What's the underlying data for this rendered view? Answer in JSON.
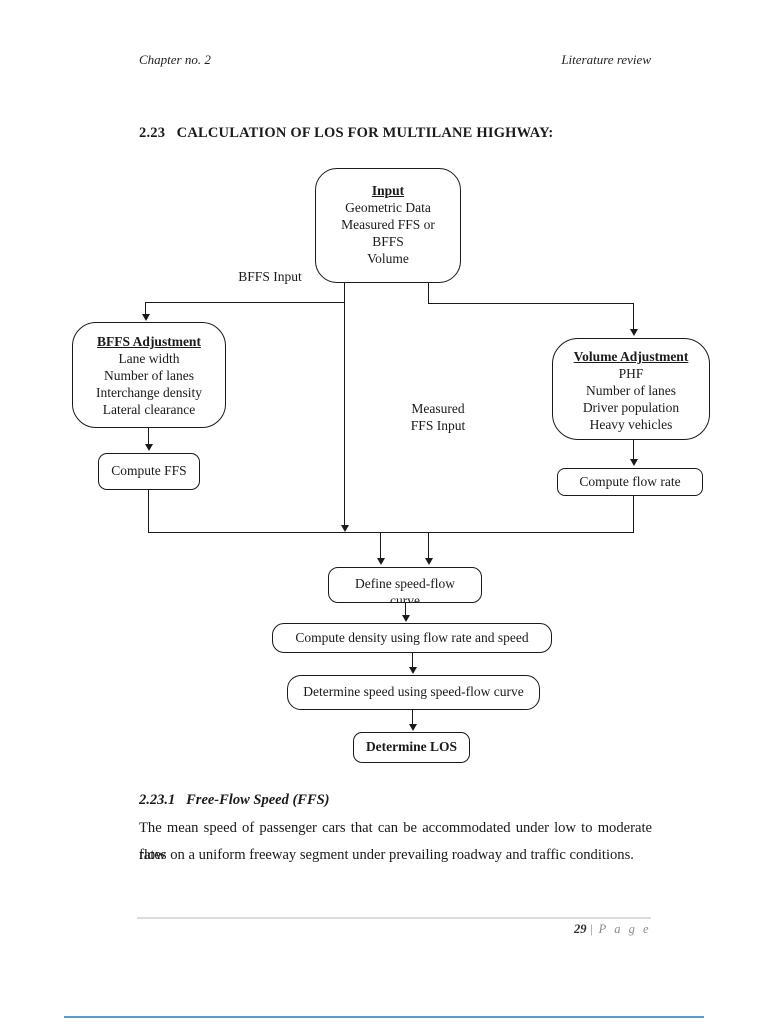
{
  "header": {
    "left": "Chapter no. 2",
    "right": "Literature review"
  },
  "title": "2.23   CALCULATION OF LOS FOR MULTILANE HIGHWAY:",
  "flowchart": {
    "input": {
      "title": "Input",
      "lines": [
        "Geometric Data",
        "Measured FFS or",
        "BFFS",
        "Volume"
      ]
    },
    "bffs_input_label": "BFFS Input",
    "measured_ffs_label": [
      "Measured",
      "FFS Input"
    ],
    "bffs_adjustment": {
      "title": "BFFS Adjustment",
      "lines": [
        "Lane width",
        "Number of lanes",
        "Interchange density",
        "Lateral clearance"
      ]
    },
    "compute_ffs": "Compute FFS",
    "volume_adjustment": {
      "title": "Volume Adjustment",
      "lines": [
        "PHF",
        "Number of lanes",
        "Driver population",
        "Heavy vehicles"
      ]
    },
    "compute_flow_rate": "Compute flow rate",
    "define_speed_flow": "Define speed-flow",
    "define_speed_flow_line2": "curve",
    "compute_density": "Compute density using flow rate and speed",
    "determine_speed": "Determine speed using speed-flow curve",
    "determine_los": "Determine LOS"
  },
  "section": {
    "heading": "2.23.1   Free-Flow Speed (FFS)",
    "paragraph_line1": "The mean speed of passenger cars that can be accommodated under low to moderate flow",
    "paragraph_line2": "rates on a uniform freeway segment under prevailing roadway and traffic conditions."
  },
  "footer": {
    "page_number": "29",
    "separator": "|",
    "page_label": "P a g e"
  },
  "colors": {
    "line": "#1a1a1a",
    "footer_rule": "#dcdcdc",
    "bottom_rule": "#5b9bd5"
  }
}
